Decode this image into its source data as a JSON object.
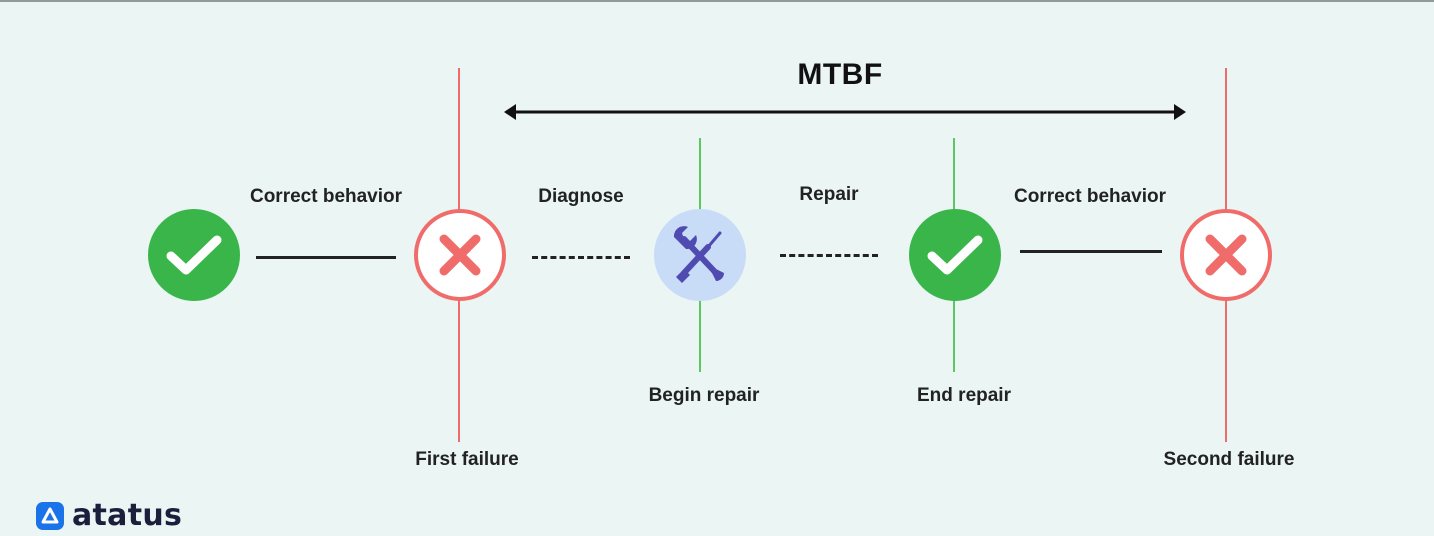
{
  "title": "MTBF",
  "labels": {
    "correct_behavior_1": "Correct behavior",
    "diagnose": "Diagnose",
    "repair": "Repair",
    "correct_behavior_2": "Correct behavior",
    "first_failure": "First failure",
    "begin_repair": "Begin repair",
    "end_repair": "End repair",
    "second_failure": "Second failure"
  },
  "icons": [
    "check-icon",
    "cross-icon",
    "tools-icon",
    "check-icon",
    "cross-icon"
  ],
  "colors": {
    "background": "#eaf5f4",
    "success": "#3ab54a",
    "failure": "#f06c6a",
    "repair_bg": "#c9dcf7",
    "repair_tool": "#4f4bb0",
    "logo": "#1a73e8"
  },
  "logo": {
    "text": "atatus"
  }
}
